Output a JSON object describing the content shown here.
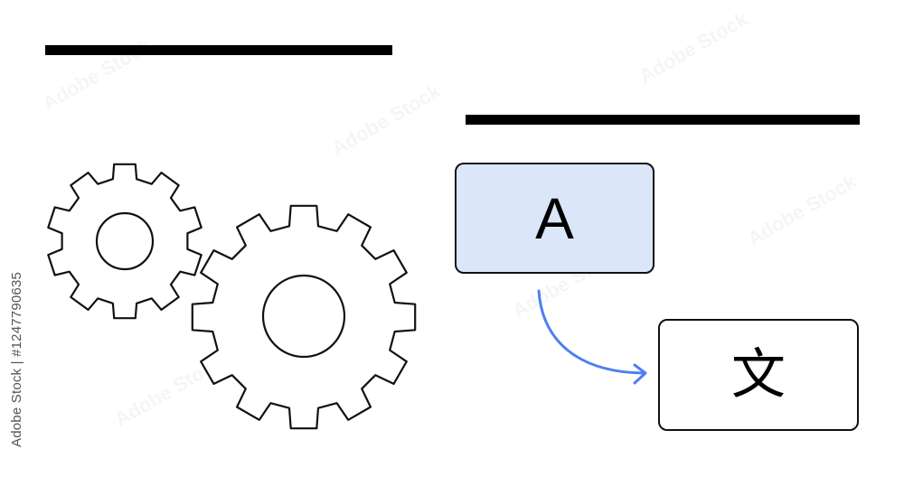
{
  "translation": {
    "source_char": "A",
    "target_char": "文",
    "source_fill": "#dbe6f9",
    "arrow_color": "#4f7ff0"
  },
  "stock_id": "Adobe Stock | #1247790635",
  "watermark": "Adobe Stock",
  "icons": {
    "small_gear": "gear-icon",
    "large_gear": "gear-icon",
    "arrow": "curved-arrow-icon"
  }
}
